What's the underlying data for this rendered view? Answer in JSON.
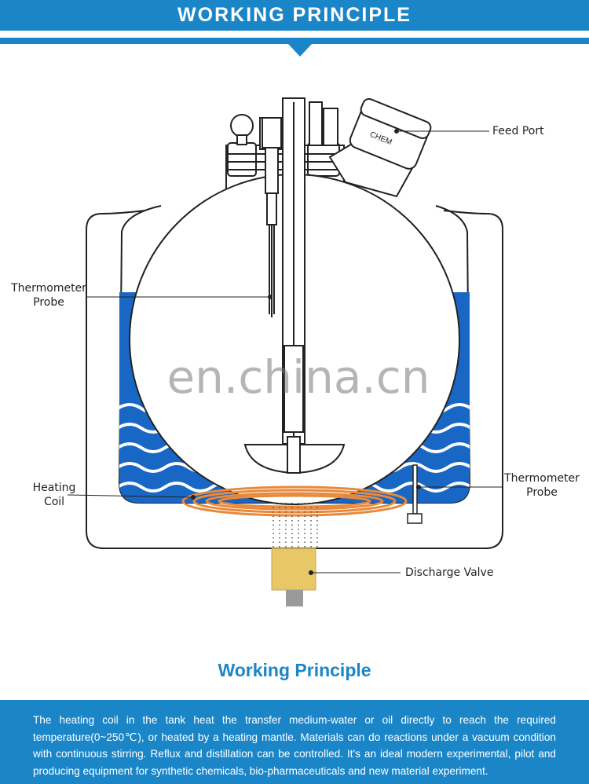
{
  "header": {
    "title": "WORKING PRINCIPLE"
  },
  "labels": {
    "feed_port": "Feed Port",
    "thermometer_probe_left": "Thermometer\nProbe",
    "heating_coil": "Heating\nCoil",
    "thermometer_probe_right": "Thermometer\nProbe",
    "discharge_valve": "Discharge Valve"
  },
  "watermark": "en.china.cn",
  "section_title": "Working Principle",
  "description": "The heating coil in the tank heat the transfer medium-water or oil directly to reach the required temperature(0~250℃), or heated by a heating mantle. Materials can do reactions under a vacuum condition with continuous stirring. Reflux and distillation can be controlled. It's an ideal modern experimental, pilot and producing equipment for synthetic chemicals, bio-pharmaceuticals and new material experiment.",
  "colors": {
    "brand_blue": "#1a86c8",
    "bath_blue": "#1967c5",
    "coil_orange": "#e8893b",
    "valve_yellow": "#e8c766"
  }
}
